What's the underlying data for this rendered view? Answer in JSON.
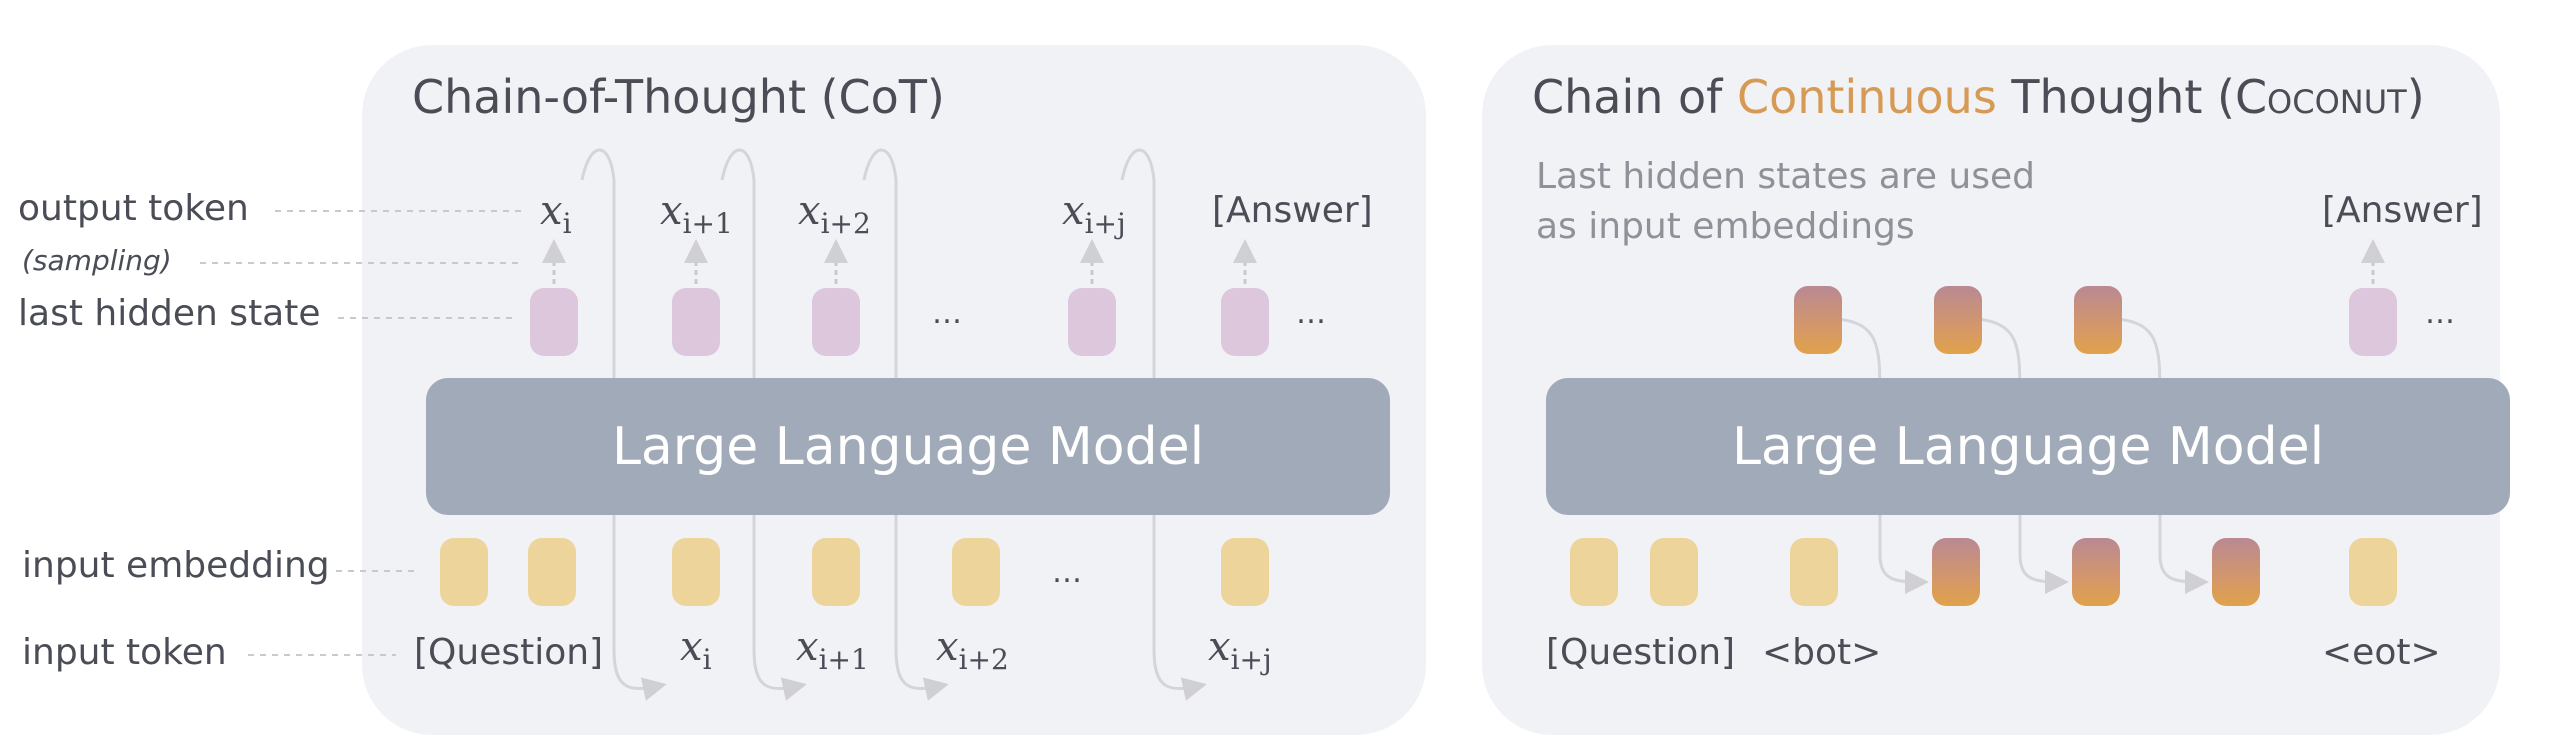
{
  "left_labels": {
    "output_token": "output token",
    "sampling": "(sampling)",
    "last_hidden_state": "last hidden state",
    "input_embedding": "input embedding",
    "input_token": "input token"
  },
  "cot": {
    "title": "Chain-of-Thought (CoT)",
    "llm_label": "Large Language Model",
    "outputs": {
      "xi": "x",
      "xi1": "x",
      "xi2": "x",
      "xij": "x",
      "answer": "[Answer]"
    },
    "output_subs": {
      "xi": "i",
      "xi1": "i+1",
      "xi2": "i+2",
      "xij": "i+j"
    },
    "inputs": {
      "question": "[Question]",
      "xi": "x",
      "xi1": "x",
      "xi2": "x",
      "xij": "x"
    },
    "input_subs": {
      "xi": "i",
      "xi1": "i+1",
      "xi2": "i+2",
      "xij": "i+j"
    },
    "ellipsis": "…"
  },
  "coconut": {
    "title_part1": "Chain of ",
    "title_highlight": "Continuous",
    "title_part2": " Thought (",
    "title_smallcaps": "Coconut",
    "title_part3": ")",
    "subtitle_line1": "Last hidden states are used",
    "subtitle_line2": "as input embeddings",
    "llm_label": "Large Language Model",
    "answer": "[Answer]",
    "question": "[Question]",
    "bot": "<bot>",
    "eot": "<eot>",
    "ellipsis": "…"
  },
  "colors": {
    "panel_bg": "#f1f2f6",
    "llm_bg": "#a1aab8",
    "hidden_state": "#dcc7dd",
    "embedding": "#ecd49a",
    "continuous_top": "#b98993",
    "continuous_bottom": "#e0a24a",
    "highlight": "#d69a55",
    "arrow": "#d0d0d4"
  }
}
